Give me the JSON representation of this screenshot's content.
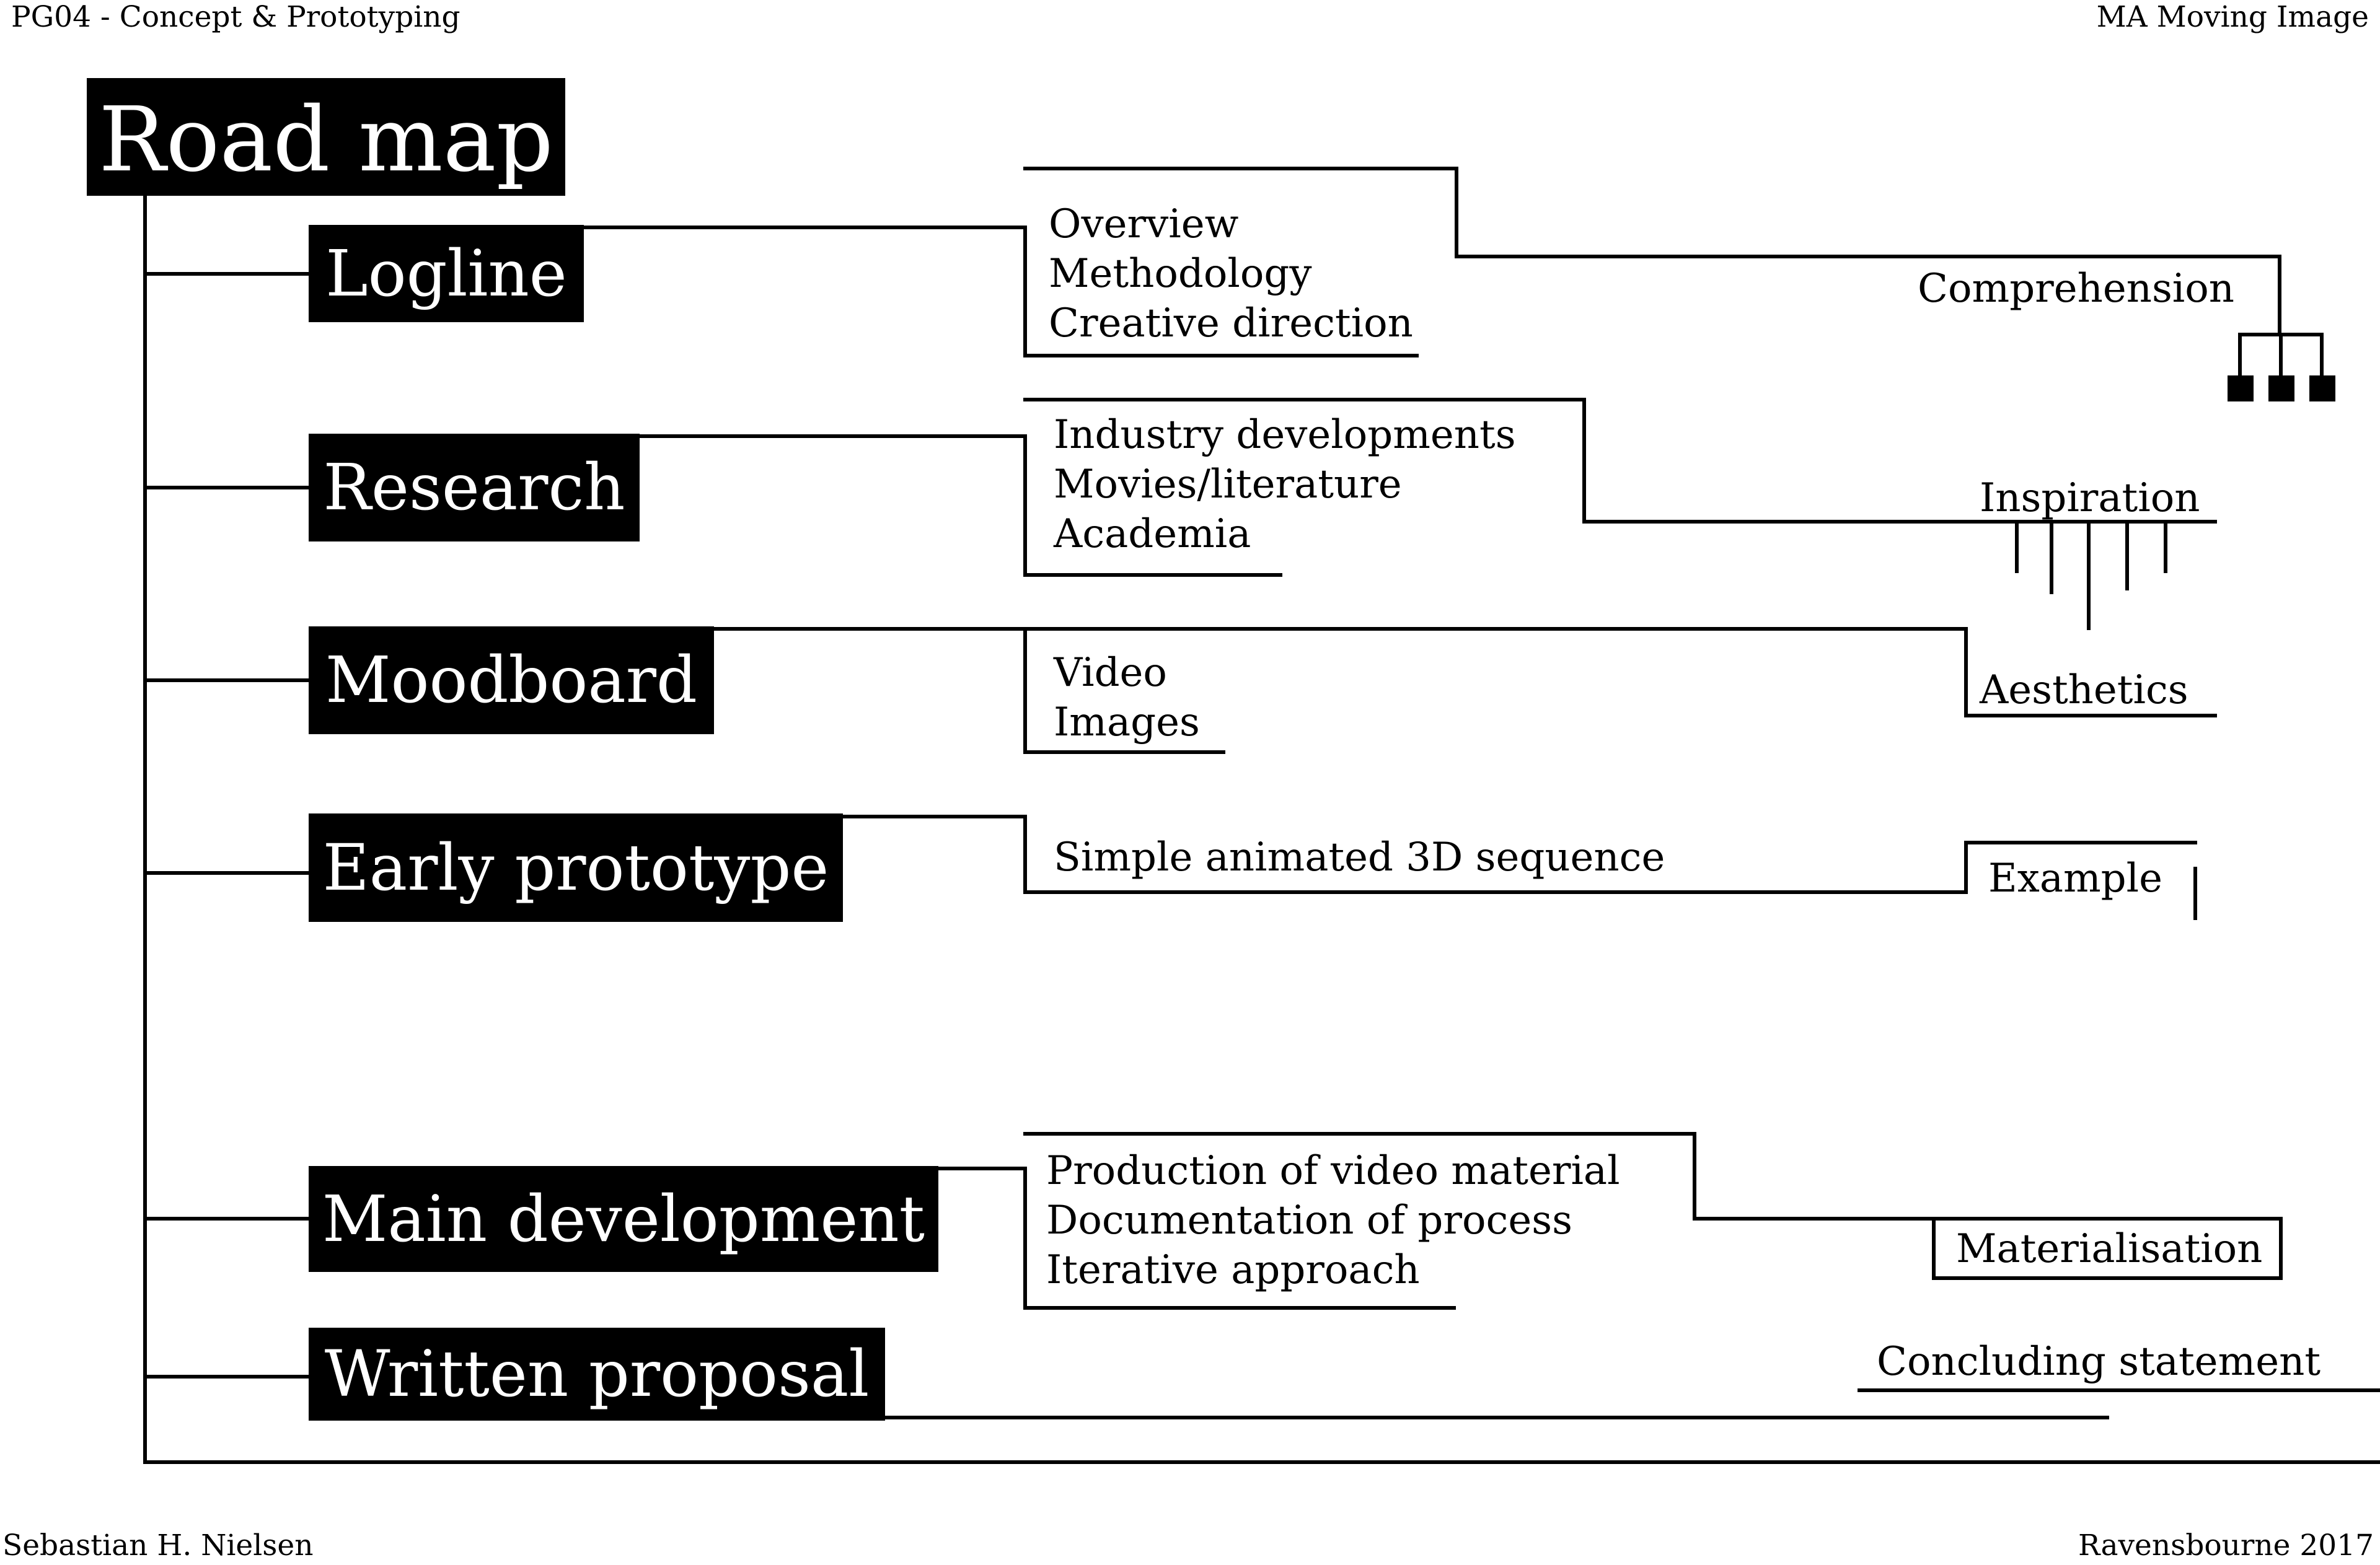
{
  "header": {
    "left": "PG04 - Concept & Prototyping",
    "right": "MA Moving Image"
  },
  "footer": {
    "left": "Sebastian H. Nielsen",
    "right": "Ravensbourne 2017"
  },
  "title": "Road map",
  "stages": [
    {
      "label": "Logline",
      "details": [
        "Overview",
        "Methodology",
        "Creative direction"
      ],
      "outcome": "Comprehension"
    },
    {
      "label": "Research",
      "details": [
        "Industry developments",
        "Movies/literature",
        "Academia"
      ],
      "outcome": "Inspiration"
    },
    {
      "label": "Moodboard",
      "details": [
        "Video",
        "Images"
      ],
      "outcome": "Aesthetics"
    },
    {
      "label": "Early prototype",
      "details": [
        "Simple animated 3D sequence"
      ],
      "outcome": "Example"
    },
    {
      "label": "Main development",
      "details": [
        "Production of video material",
        "Documentation of process",
        "Iterative approach"
      ],
      "outcome": "Materialisation"
    },
    {
      "label": "Written proposal",
      "details": [],
      "outcome": "Concluding statement"
    }
  ]
}
